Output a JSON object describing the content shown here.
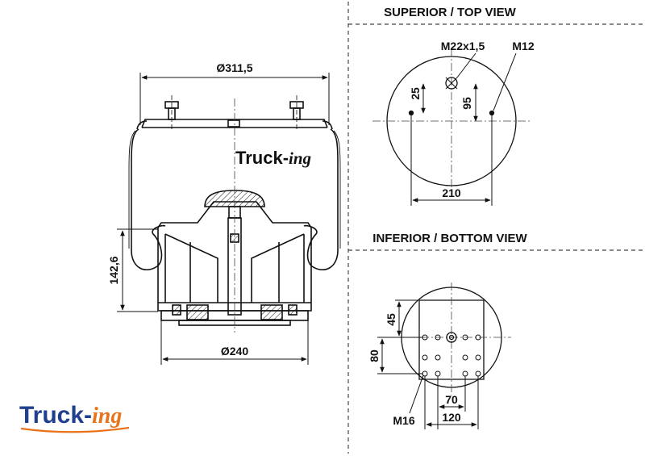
{
  "views": {
    "top_title": "SUPERIOR / TOP VIEW",
    "bottom_title": "INFERIOR / BOTTOM VIEW"
  },
  "dimensions": {
    "top_diameter": "Ø311,5",
    "bottom_diameter": "Ø240",
    "height": "142,6",
    "thread_main": "M22x1,5",
    "thread_side": "M12",
    "offset_25": "25",
    "offset_95": "95",
    "width_210": "210",
    "offset_45": "45",
    "offset_80": "80",
    "width_70": "70",
    "width_120": "120",
    "thread_bottom": "M16"
  },
  "brand": {
    "logo_part1": "Truck-",
    "logo_part2": "ing",
    "logo_color_1": "#1f3f8f",
    "logo_color_2": "#e8731c",
    "watermark_part1": "Truck-",
    "watermark_part2": "ing"
  },
  "colors": {
    "line": "#111111",
    "dash": "#444444"
  }
}
